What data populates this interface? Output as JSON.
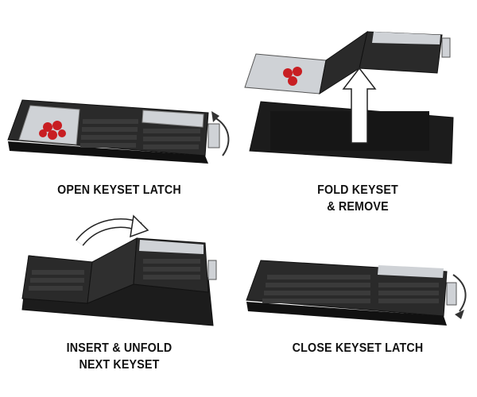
{
  "steps": [
    {
      "lines": [
        "OPEN KEYSET LATCH"
      ]
    },
    {
      "lines": [
        "FOLD KEYSET",
        "& REMOVE"
      ]
    },
    {
      "lines": [
        "INSERT & UNFOLD",
        "NEXT KEYSET"
      ]
    },
    {
      "lines": [
        "CLOSE KEYSET LATCH"
      ]
    }
  ],
  "colors": {
    "base": "#1c1c1c",
    "key": "#2b2b2b",
    "panel": "#cfd2d6",
    "red_keys": "#c81e22",
    "arrow_fill": "#ffffff",
    "arrow_stroke": "#222222"
  }
}
